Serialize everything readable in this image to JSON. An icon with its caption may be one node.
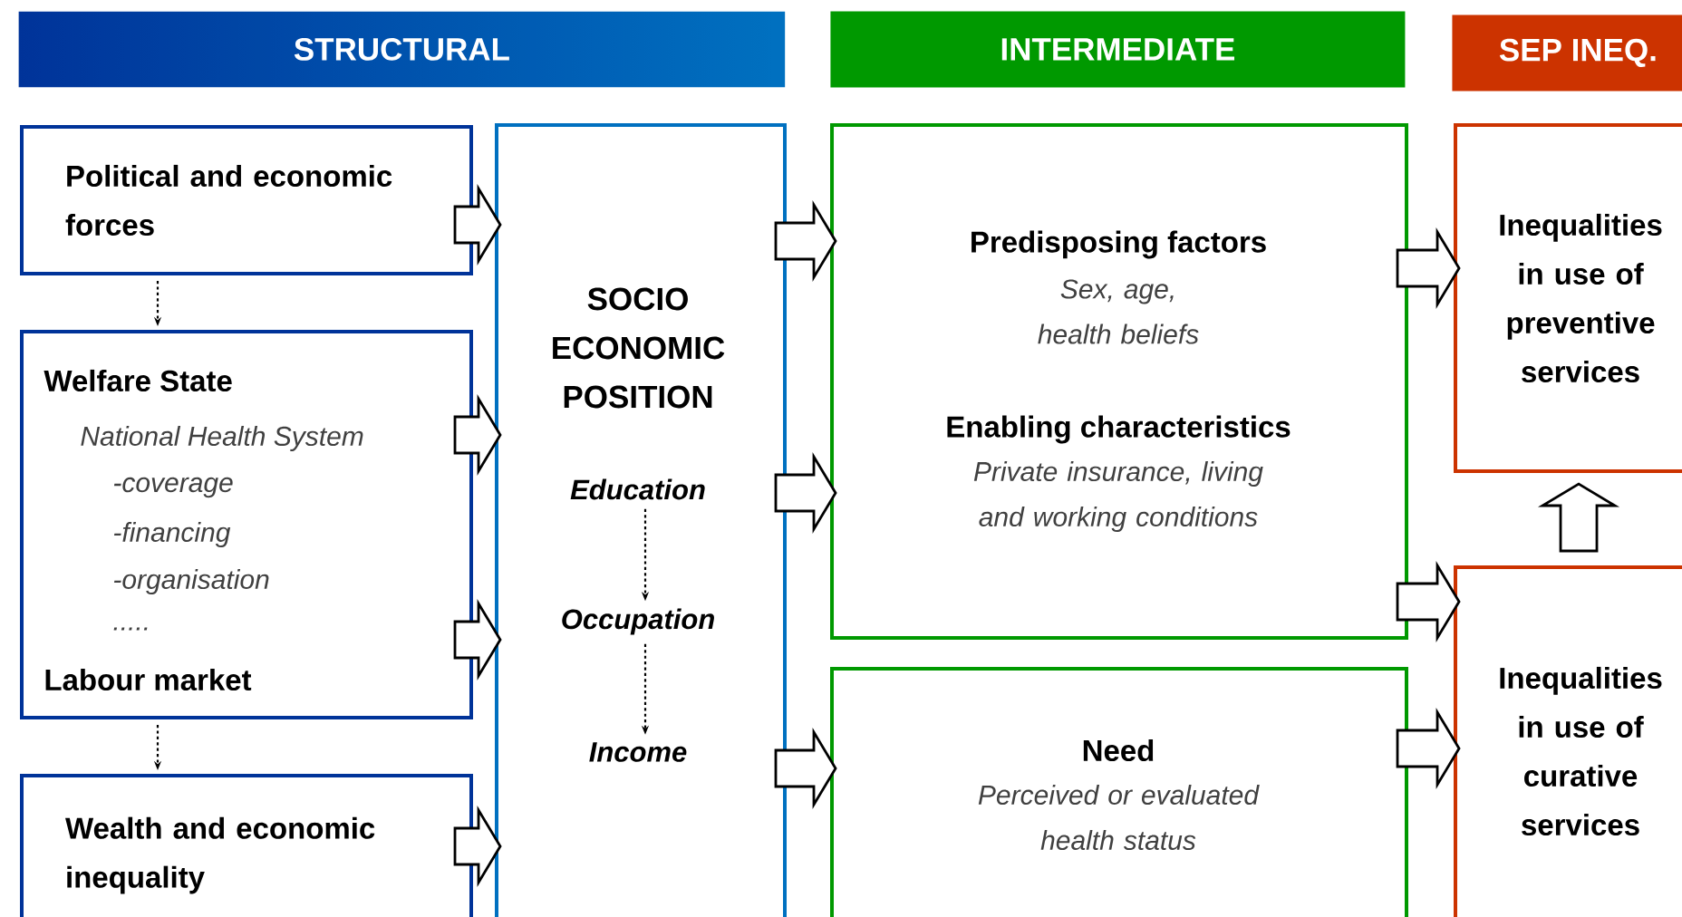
{
  "diagram": {
    "nodes": [
      {
        "text": [
          "STRUCTURAL"
        ]
      },
      {
        "text": [
          "INTERMEDIATE"
        ]
      },
      {
        "text": [
          "SEP INEQ."
        ]
      },
      {
        "text": [
          "Political and economic forces"
        ]
      },
      {
        "text": [
          "Welfare State",
          "National Health System",
          "-coverage",
          "-financing",
          "-organisation",
          ".....",
          "Labour market"
        ]
      },
      {
        "text": [
          "Wealth and economic inequality"
        ]
      },
      {
        "text": [
          "SOCIO ECONOMIC POSITION"
        ]
      },
      {
        "text": [
          "Education"
        ],
        "in": 6
      },
      {
        "text": [
          "Occupation"
        ],
        "in": 6
      },
      {
        "text": [
          "Income"
        ],
        "in": 6
      },
      {
        "text": [
          "Predisposing factors",
          "Sex, age, health beliefs",
          "Enabling characteristics",
          "Private insurance, living and working conditions"
        ]
      },
      {
        "text": [
          "Need",
          "Perceived or evaluated health status"
        ]
      },
      {
        "text": [
          "Inequalities in use of preventive services"
        ]
      },
      {
        "text": [
          "Inequalities in use of curative services"
        ]
      }
    ],
    "edges": [
      {
        "from": 3,
        "to": 4,
        "arrow": "to",
        "style": "dashed"
      },
      {
        "from": 4,
        "to": 5,
        "arrow": "to",
        "style": "dashed"
      },
      {
        "from": 3,
        "to": 6,
        "arrow": "to"
      },
      {
        "from": 4,
        "to": 6,
        "arrow": "to"
      },
      {
        "from": 4,
        "to": 6,
        "arrow": "to"
      },
      {
        "from": 5,
        "to": 6,
        "arrow": "to"
      },
      {
        "from": 7,
        "to": 8,
        "arrow": "to",
        "style": "dashed"
      },
      {
        "from": 8,
        "to": 9,
        "arrow": "to",
        "style": "dashed"
      },
      {
        "from": 6,
        "to": 10,
        "arrow": "to"
      },
      {
        "from": 6,
        "to": 10,
        "arrow": "to"
      },
      {
        "from": 6,
        "to": 11,
        "arrow": "to"
      },
      {
        "from": 10,
        "to": 12,
        "arrow": "to"
      },
      {
        "from": 10,
        "to": 13,
        "arrow": "to"
      },
      {
        "from": 11,
        "to": 13,
        "arrow": "to"
      },
      {
        "from": 13,
        "to": 12,
        "arrow": "to"
      }
    ]
  }
}
